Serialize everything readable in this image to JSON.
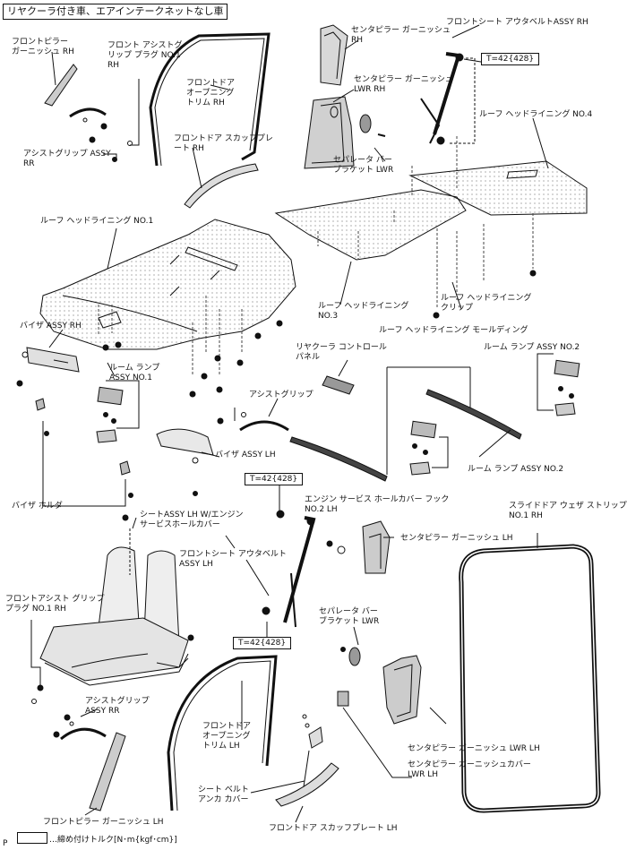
{
  "header": {
    "title": "リヤクーラ付き車、エアインテークネットなし車"
  },
  "torque_labels": [
    "T=42{428}",
    "T=42{428}",
    "T=42{428}"
  ],
  "legend": {
    "text": "…締め付けトルク[N･m{kgf･cm}]",
    "corner_mark": "P"
  },
  "labels": {
    "front_pillar_rh": "フロントピラー\nガーニッシュ RH",
    "assist_grip_plug_no1_rh": "フロント アシストグ\nリップ プラグ NO.1\nRH",
    "front_door_opening_trim_rh": "フロントドア\nオープニング\nトリム RH",
    "assist_grip_assy_rr_top": "アシストグリップ ASSY\nRR",
    "front_door_scuff_rh": "フロントドア スカッフプレ\nート RH",
    "center_pillar_rh": "センタピラー ガーニッシュ\nRH",
    "front_seat_belt_rh": "フロントシート アウタベルトASSY RH",
    "center_pillar_lwr_rh": "センタピラー ガーニッシュ\nLWR RH",
    "separator_bracket_top": "セパレータ バー\nブラケット LWR",
    "roof_headlining_no4": "ルーフ ヘッドライニング NO.4",
    "roof_headlining_no1": "ルーフ ヘッドライニング NO.1",
    "roof_headlining_no3": "ルーフ ヘッドライニング\nNO.3",
    "roof_headlining_clip": "ルーフ ヘッドライニング\nクリップ",
    "visor_assy_rh": "バイザ ASSY RH",
    "room_lamp_no1": "ルーム ランプ\nASSY NO.1",
    "roof_headlining_molding": "ルーフ ヘッドライニング モールディング",
    "rear_cooler_panel": "リヤクーラ コントロール\nパネル",
    "room_lamp_no2_top": "ルーム ランプ ASSY NO.2",
    "assist_grip_mid": "アシストグリップ",
    "visor_assy_lh": "バイザ ASSY LH",
    "room_lamp_no2_mid": "ルーム ランプ ASSY NO.2",
    "visor_holder": "バイザ ホルダ",
    "seat_assy_lh": "シートASSY LH W/エンジン\nサービスホールカバー",
    "engine_service_hook": "エンジン サービス ホールカバー フック\nNO.2 LH",
    "slide_door_weatherstrip": "スライドドア ウェザ ストリップ\nNO.1 RH",
    "front_seat_belt_lh": "フロントシート アウタベルト\nASSY LH",
    "center_pillar_lh": "センタピラー ガーニッシュ LH",
    "assist_grip_plug_no1_rh_low": "フロントアシスト グリップ\nプラグ NO.1 RH",
    "separator_bracket_low": "セパレータ バー\nブラケット LWR",
    "assist_grip_assy_rr_low": "アシストグリップ\nASSY RR",
    "front_door_opening_trim_lh": "フロントドア\nオープニング\nトリム LH",
    "center_pillar_lwr_lh": "センタピラー ガーニッシュ LWR LH",
    "center_pillar_cover_lwr_lh": "センタピラー ガーニッシュカバー\nLWR LH",
    "seat_belt_anchor_cover": "シート ベルト\nアンカ カバー",
    "front_pillar_lh": "フロントピラー ガーニッシュ LH",
    "front_door_scuff_lh": "フロントドア スカッフプレート LH"
  }
}
